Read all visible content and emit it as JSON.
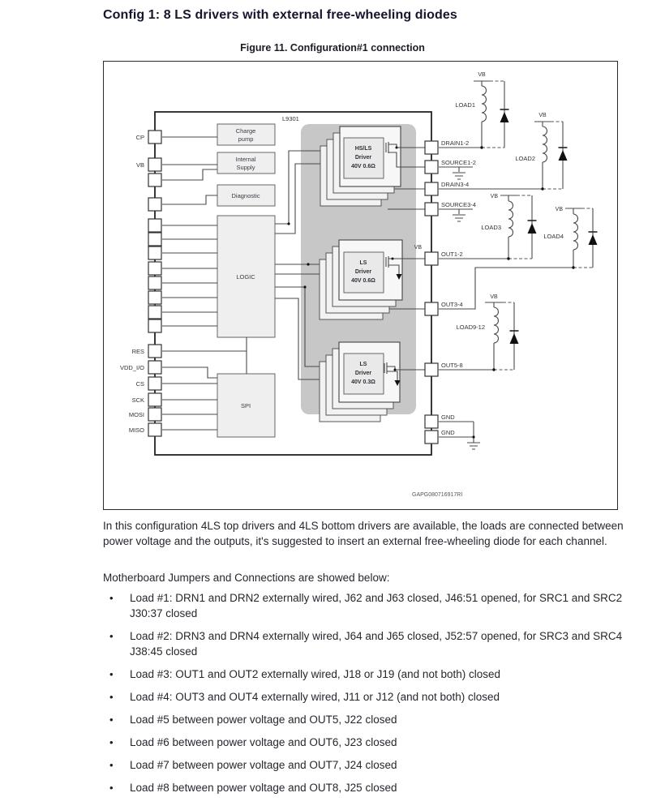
{
  "page": {
    "title": "Config 1: 8 LS drivers with external free-wheeling diodes",
    "figure_caption": "Figure 11. Configuration#1 connection",
    "intro_paragraph": "In this configuration 4LS top drivers and 4LS bottom drivers are available, the loads are connected between power voltage and the outputs, it's suggested to insert an external free-wheeling diode for each channel.",
    "jumpers_heading": "Motherboard Jumpers and Connections are showed below:",
    "bullets": [
      "Load #1: DRN1 and DRN2 externally wired, J62 and J63 closed, J46:51 opened, for SRC1 and SRC2 J30:37 closed",
      "Load #2: DRN3 and DRN4 externally wired, J64 and J65 closed, J52:57 opened, for SRC3 and SRC4 J38:45 closed",
      "Load #3: OUT1 and OUT2 externally wired, J18 or J19 (and not both) closed",
      "Load #4: OUT3 and OUT4 externally wired, J11 or J12 (and not both) closed",
      "Load #5 between power voltage and OUT5, J22 closed",
      "Load #6 between power voltage and OUT6, J23 closed",
      "Load #7 between power voltage and OUT7, J24 closed",
      "Load #8 between power voltage and OUT8, J25 closed"
    ]
  },
  "diagram": {
    "chip_label": "L9301",
    "watermark": "GAPG080716917RI",
    "vb_label": "VB",
    "blocks": {
      "charge_pump_line1": "Charge",
      "charge_pump_line2": "pump",
      "internal_supply_line1": "Internal",
      "internal_supply_line2": "Supply",
      "diagnostic": "Diagnostic",
      "logic": "LOGIC",
      "spi": "SPI"
    },
    "drivers": {
      "hsls_line1": "HS/LS",
      "hsls_line2": "Driver",
      "hsls_line3": "40V 0.6Ω",
      "ls1_line1": "LS",
      "ls1_line2": "Driver",
      "ls1_line3": "40V 0.6Ω",
      "ls2_line1": "LS",
      "ls2_line2": "Driver",
      "ls2_line3": "40V 0.3Ω"
    },
    "left_pins": {
      "cp": "CP",
      "vb": "VB",
      "res": "RES",
      "vdd_io": "VDD_I/O",
      "cs": "CS",
      "sck": "SCK",
      "mosi": "MOSI",
      "miso": "MISO"
    },
    "right_pins": [
      "DRAIN1-2",
      "SOURCE1-2",
      "DRAIN3-4",
      "SOURCE3-4",
      "OUT1-2",
      "OUT3-4",
      "OUT5-8",
      "GND",
      "GND"
    ],
    "loads": {
      "load1": "LOAD1",
      "load2": "LOAD2",
      "load3": "LOAD3",
      "load4": "LOAD4",
      "load9_12": "LOAD9-12"
    }
  }
}
